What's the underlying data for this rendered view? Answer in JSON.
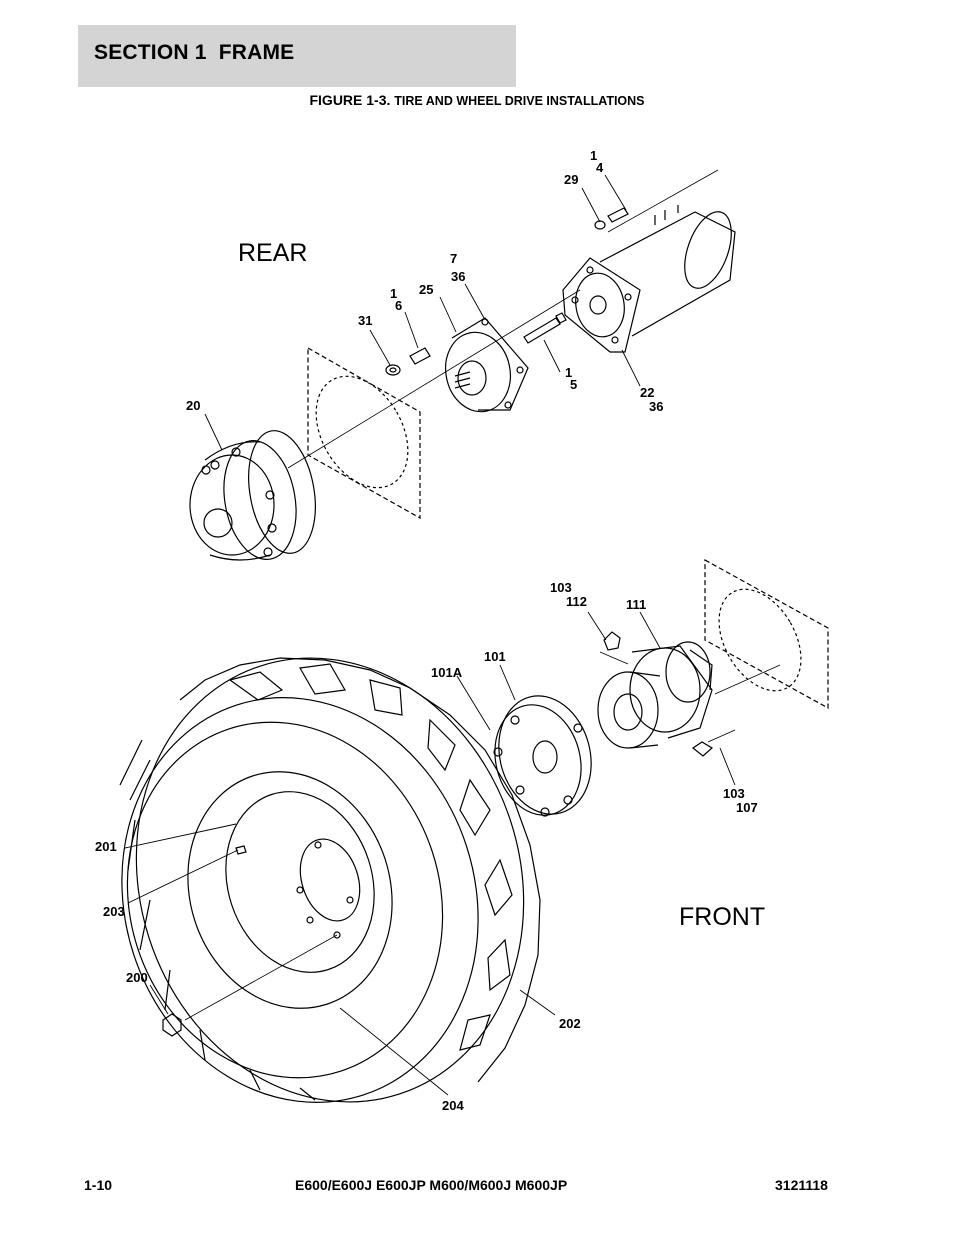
{
  "header": {
    "section_title": "SECTION 1  FRAME"
  },
  "figure": {
    "number": "FIGURE 1-3.",
    "title": "TIRE AND WHEEL DRIVE INSTALLATIONS"
  },
  "views": {
    "rear_label": "REAR",
    "front_label": "FRONT"
  },
  "callouts": {
    "c1a": "1",
    "c4": "4",
    "c29": "29",
    "c7": "7",
    "c36a": "36",
    "c25": "25",
    "c1b": "1",
    "c6": "6",
    "c31": "31",
    "c20": "20",
    "c1c": "1",
    "c5": "5",
    "c22": "22",
    "c36b": "36",
    "c103a": "103",
    "c112": "112",
    "c111": "111",
    "c101": "101",
    "c101A": "101A",
    "c103b": "103",
    "c107": "107",
    "c201": "201",
    "c203": "203",
    "c200": "200",
    "c202": "202",
    "c204": "204"
  },
  "footer": {
    "page_number": "1-10",
    "models": "E600/E600J E600JP M600/M600J M600JP",
    "doc_number": "3121118"
  }
}
